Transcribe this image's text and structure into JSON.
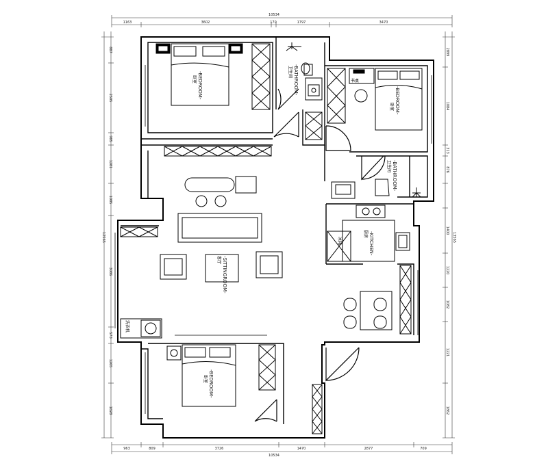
{
  "dimensions": {
    "top_total": "10534",
    "top": [
      "1163",
      "3602",
      "170",
      "1797",
      "3470"
    ],
    "bottom_total": "10534",
    "bottom": [
      "963",
      "809",
      "3726",
      "1470",
      "2877",
      "709"
    ],
    "left_total": "12565",
    "left": [
      "887",
      "2505",
      "985",
      "1281",
      "1085",
      "3086",
      "573",
      "1265",
      "1828"
    ],
    "right_total": "13565",
    "right": [
      "2899",
      "1084",
      "313",
      "876",
      "1400",
      "1220",
      "1082",
      "1221",
      "1862"
    ]
  },
  "rooms": {
    "bedroom_top_left": {
      "en": "-BEDROOM-",
      "cn": "卧室"
    },
    "bathroom_top": {
      "en": "-BATHROOM-",
      "cn": "卫生间"
    },
    "bedroom_top_right": {
      "en": "-BEDROOM-",
      "cn": "卧室"
    },
    "bathroom_right": {
      "en": "-BATHROOM-",
      "cn": "卫生间"
    },
    "kitchen": {
      "en": "-KITCHEN-",
      "cn": "厨房"
    },
    "sitting_room": {
      "en": "-SITTINGROOM-",
      "cn": "客厅"
    },
    "bedroom_bottom": {
      "en": "-BEDROOM-",
      "cn": "卧室"
    }
  },
  "fixtures": {
    "fridge": "冰箱",
    "washer": "洗衣机",
    "desk_label": "书桌"
  }
}
